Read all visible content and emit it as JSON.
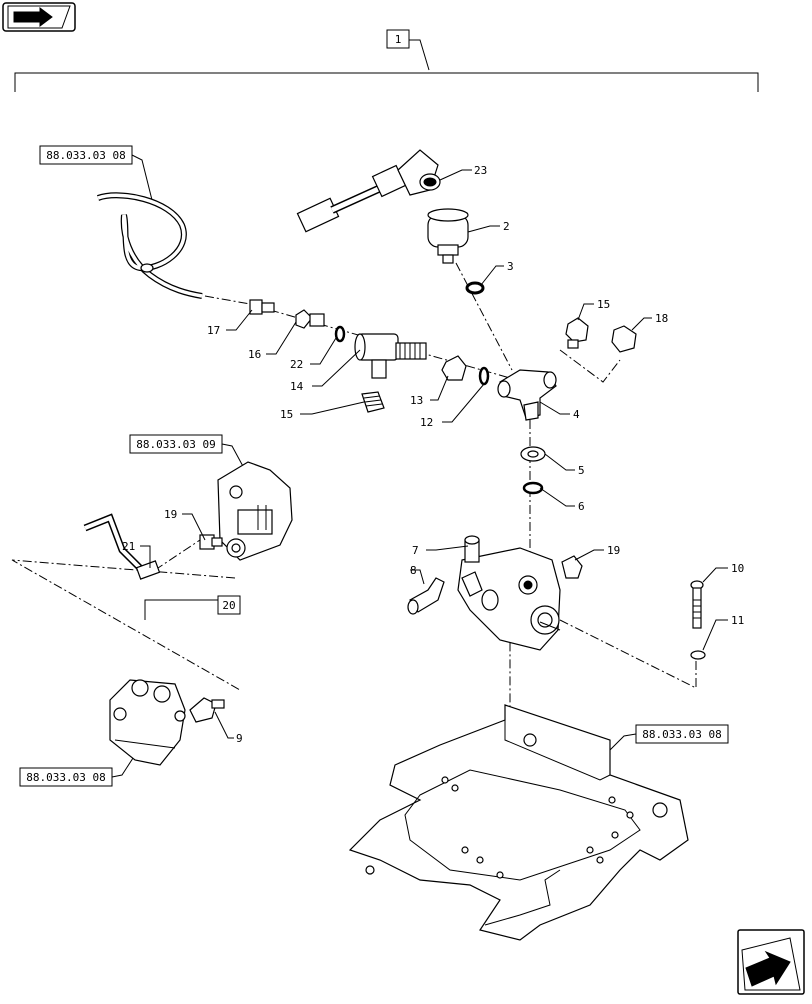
{
  "assembly_ref": "1",
  "group_ref": "20",
  "ref_codes": {
    "hose_top_left": "88.033.03 08",
    "valve_mid_left": "88.033.03 09",
    "valve_bottom_left": "88.033.03 08",
    "frame_right": "88.033.03 08"
  },
  "callouts": {
    "c23": "23",
    "c2": "2",
    "c3": "3",
    "c15a": "15",
    "c18": "18",
    "c17": "17",
    "c16": "16",
    "c22": "22",
    "c14": "14",
    "c15b": "15",
    "c13": "13",
    "c12": "12",
    "c4": "4",
    "c5": "5",
    "c6": "6",
    "c19a": "19",
    "c21": "21",
    "c7": "7",
    "c8": "8",
    "c19b": "19",
    "c10": "10",
    "c11": "11",
    "c9": "9"
  },
  "icons": {
    "top_left": "book-arrow-icon",
    "bottom_right": "next-page-arrow-icon"
  }
}
